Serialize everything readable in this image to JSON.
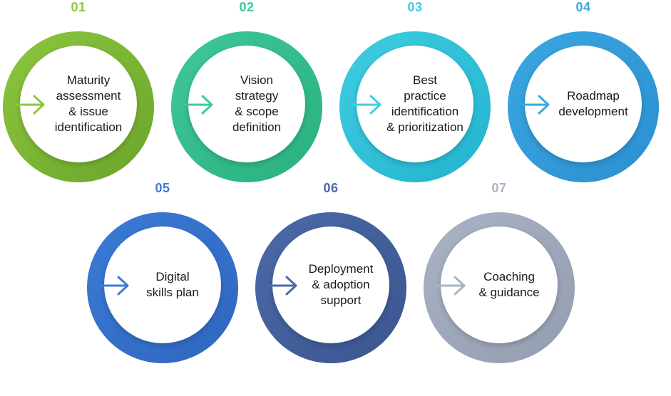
{
  "steps": [
    {
      "number": "01",
      "label": "Maturity\nassessment\n& issue\nidentification",
      "color": "#8dc63f",
      "color_dark": "#6aa52a"
    },
    {
      "number": "02",
      "label": "Vision\nstrategy\n& scope\ndefinition",
      "color": "#3fc89a",
      "color_dark": "#2ab07e"
    },
    {
      "number": "03",
      "label": "Best\npractice\nidentification\n& prioritization",
      "color": "#3fcde0",
      "color_dark": "#22b3cf"
    },
    {
      "number": "04",
      "label": "Roadmap\ndevelopment",
      "color": "#3aa7e0",
      "color_dark": "#2b8fd1"
    },
    {
      "number": "05",
      "label": "Digital\nskills plan",
      "color": "#3a7bd5",
      "color_dark": "#2f66c0"
    },
    {
      "number": "06",
      "label": "Deployment\n& adoption\nsupport",
      "color": "#4b6aa9",
      "color_dark": "#3b558f"
    },
    {
      "number": "07",
      "label": "Coaching\n& guidance",
      "color": "#aab3c4",
      "color_dark": "#939db0"
    }
  ],
  "icons": {
    "arrow": "arrow-right-icon"
  }
}
